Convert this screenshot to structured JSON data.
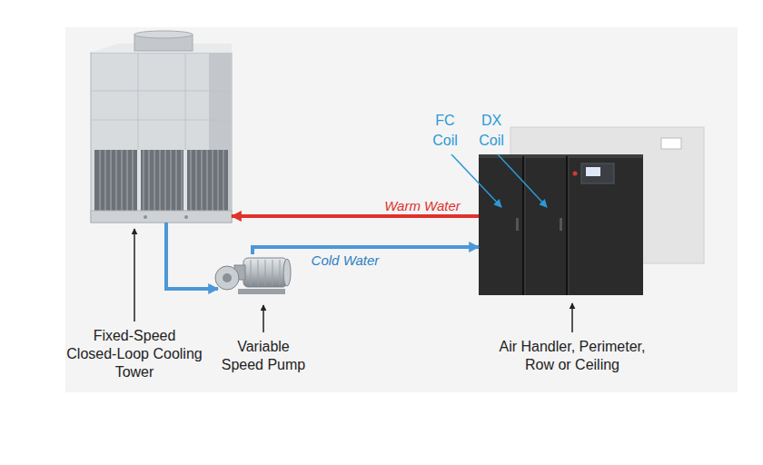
{
  "diagram": {
    "nodes": [
      {
        "text": [
          "Fixed-Speed Closed-Loop Cooling Tower"
        ]
      },
      {
        "text": [
          "Variable Speed Pump"
        ]
      },
      {
        "text": [
          "Air Handler, Perimeter, Row or Ceiling"
        ]
      }
    ],
    "edges": [
      {
        "from": 2,
        "to": 0,
        "label": "Warm Water",
        "arrow": "to"
      },
      {
        "from": 0,
        "to": 1,
        "arrow": "to"
      },
      {
        "from": 1,
        "to": 2,
        "label": "Cold Water",
        "arrow": "to"
      }
    ],
    "labels": [
      "FC Coil",
      "DX Coil"
    ]
  }
}
